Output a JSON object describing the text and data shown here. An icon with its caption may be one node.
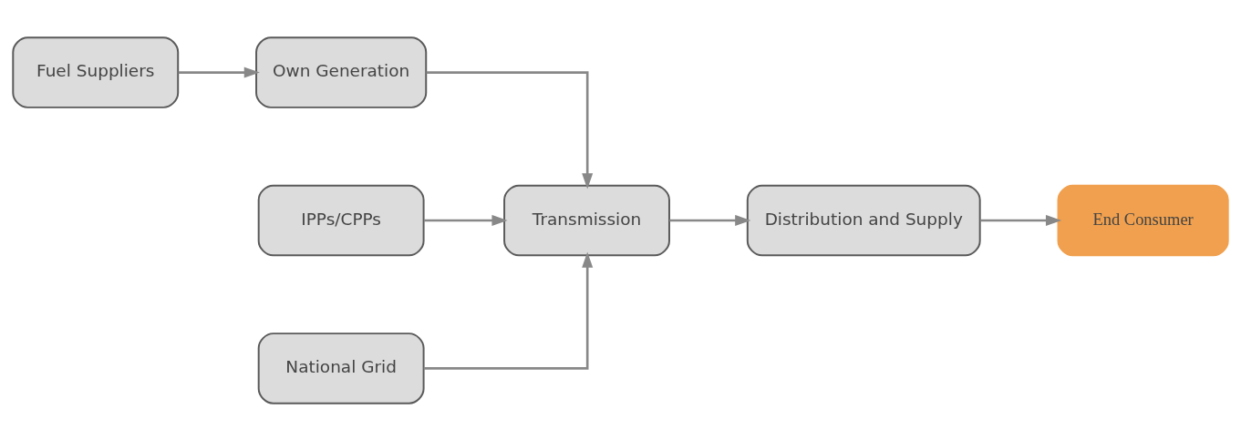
{
  "diagram": {
    "nodes": [
      {
        "text": [
          "Fuel Suppliers"
        ]
      },
      {
        "text": [
          "Own Generation"
        ]
      },
      {
        "text": [
          "IPPs/CPPs"
        ]
      },
      {
        "text": [
          "National Grid"
        ]
      },
      {
        "text": [
          "Transmission"
        ]
      },
      {
        "text": [
          "Distribution and Supply"
        ]
      },
      {
        "text": [
          "End Consumer"
        ]
      }
    ],
    "edges": [
      {
        "from": 0,
        "to": 1,
        "arrow": "to"
      },
      {
        "from": 1,
        "to": 4,
        "arrow": "to"
      },
      {
        "from": 2,
        "to": 4,
        "arrow": "to"
      },
      {
        "from": 3,
        "to": 4,
        "arrow": "to"
      },
      {
        "from": 4,
        "to": 5,
        "arrow": "to"
      },
      {
        "from": 5,
        "to": 6,
        "arrow": "to"
      }
    ]
  }
}
